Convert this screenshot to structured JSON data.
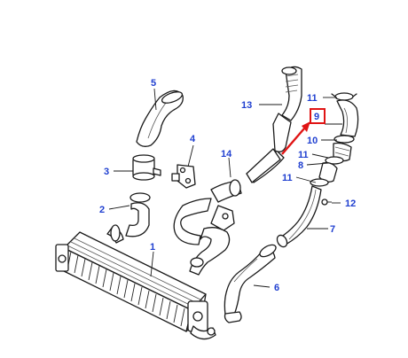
{
  "diagram": {
    "callouts": [
      {
        "id": "c1",
        "label": "1"
      },
      {
        "id": "c2",
        "label": "2"
      },
      {
        "id": "c3",
        "label": "3"
      },
      {
        "id": "c4",
        "label": "4"
      },
      {
        "id": "c5",
        "label": "5"
      },
      {
        "id": "c6",
        "label": "6"
      },
      {
        "id": "c7",
        "label": "7"
      },
      {
        "id": "c8",
        "label": "8"
      },
      {
        "id": "c9",
        "label": "9"
      },
      {
        "id": "c10",
        "label": "10"
      },
      {
        "id": "c11a",
        "label": "11"
      },
      {
        "id": "c11b",
        "label": "11"
      },
      {
        "id": "c11c",
        "label": "11"
      },
      {
        "id": "c12",
        "label": "12"
      },
      {
        "id": "c13",
        "label": "13"
      },
      {
        "id": "c14",
        "label": "14"
      }
    ],
    "highlighted": "9",
    "colors": {
      "callout": "#1f3fd0",
      "highlight": "#e01414",
      "line": "#1a1a1a"
    }
  }
}
